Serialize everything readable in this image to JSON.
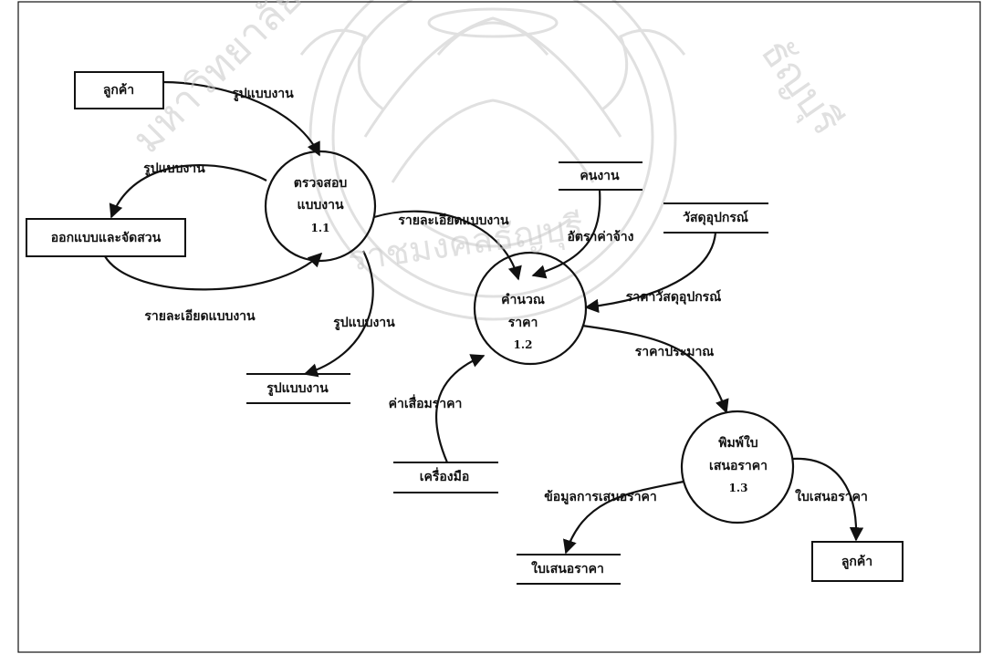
{
  "externals": {
    "customer_top": "ลูกค้า",
    "design_garden": "ออกแบบและจัดสวน",
    "customer_bottom": "ลูกค้า"
  },
  "processes": {
    "p1_line1": "ตรวจสอบ",
    "p1_line2": "แบบงาน",
    "p1_num": "1.1",
    "p2_line1": "คำนวณ",
    "p2_line2": "ราคา",
    "p2_num": "1.2",
    "p3_line1": "พิมพ์ใบ",
    "p3_line2": "เสนอราคา",
    "p3_num": "1.3"
  },
  "stores": {
    "workers": "คนงาน",
    "equipment": "วัสดุอุปกรณ์",
    "design_store": "รูปแบบงาน",
    "tools": "เครื่องมือ",
    "quotation_store": "ใบเสนอราคา"
  },
  "flows": {
    "customer_to_p1": "รูปแบบงาน",
    "p1_to_design": "รูปแบบงาน",
    "design_to_p1": "รายละเอียดแบบงาน",
    "p1_to_p2": "รายละเอียดแบบงาน",
    "workers_to_p2": "อัตราค่าจ้าง",
    "equipment_to_p2": "ราคาวัสดุอุปกรณ์",
    "p1_to_store": "รูปแบบงาน",
    "p2_to_p3": "ราคาประมาณ",
    "tools_to_p2": "ค่าเสื่อมราคา",
    "p3_to_store": "ข้อมูลการเสนอราคา",
    "p3_to_customer": "ใบเสนอราคา"
  },
  "watermark": {
    "arc_text": "มหาวิทยาลัยเทคโนโลยีราชมงคลธัญบุรี"
  }
}
